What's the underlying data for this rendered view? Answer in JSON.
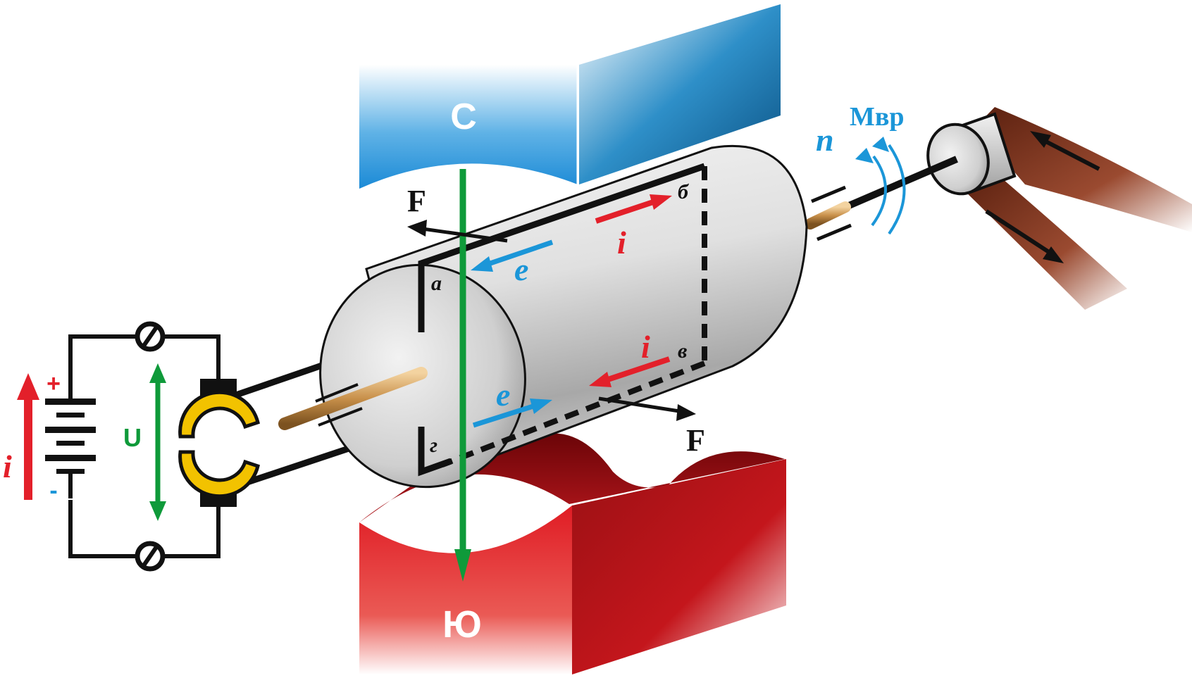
{
  "labels": {
    "north_pole": "С",
    "south_pole": "Ю",
    "force_top": "F",
    "force_bottom": "F",
    "emf_top": "e",
    "emf_bottom": "e",
    "current_top": "i",
    "current_bottom": "i",
    "current_battery": "i",
    "corner_a": "а",
    "corner_b": "б",
    "corner_v": "в",
    "corner_g": "г",
    "speed": "n",
    "torque": "Мвр",
    "voltage": "U",
    "plus": "+",
    "minus": "-"
  },
  "colors": {
    "north_pole": "#1f8fd6",
    "south_pole": "#c4161c",
    "flux_arrow": "#0f9a3a",
    "current": "#e3202a",
    "emf": "#1b96d8",
    "force": "#111111",
    "belt": "#8a3a22",
    "commutator": "#f2c200",
    "shaft": "#c8904a"
  }
}
